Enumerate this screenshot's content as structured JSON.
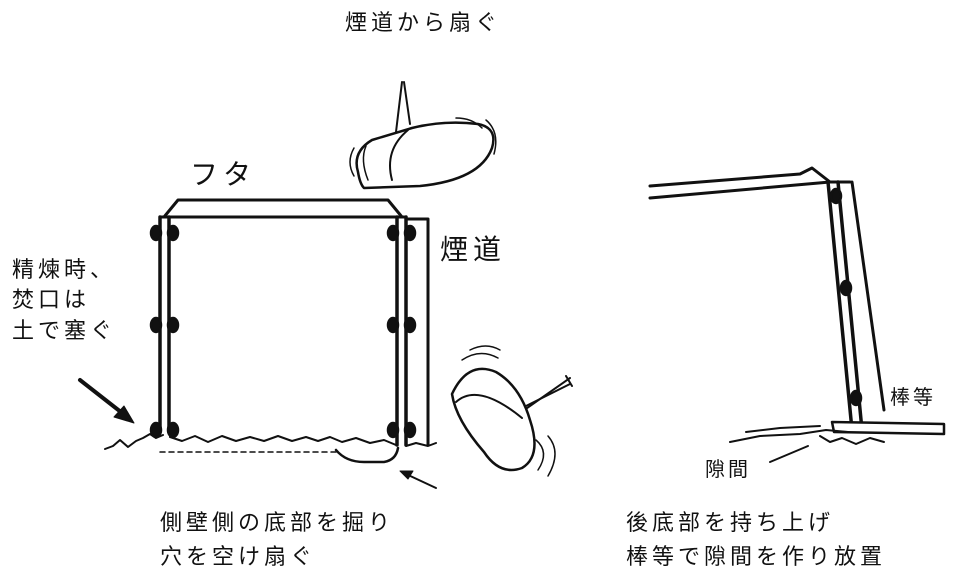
{
  "labels": {
    "fan_from_flue": "煙道から扇ぐ",
    "lid": "フタ",
    "flue": "煙道",
    "refining_note": "精煉時、\n焚口は\n土で塞ぐ",
    "side_wall_dig": "側壁側の底部を掘り\n穴を空け扇ぐ",
    "stick": "棒等",
    "gap": "隙間",
    "lift_rear": "後底部を持ち上げ\n棒等で隙間を作り放置"
  },
  "colors": {
    "ink": "#111111",
    "background": "#ffffff"
  }
}
